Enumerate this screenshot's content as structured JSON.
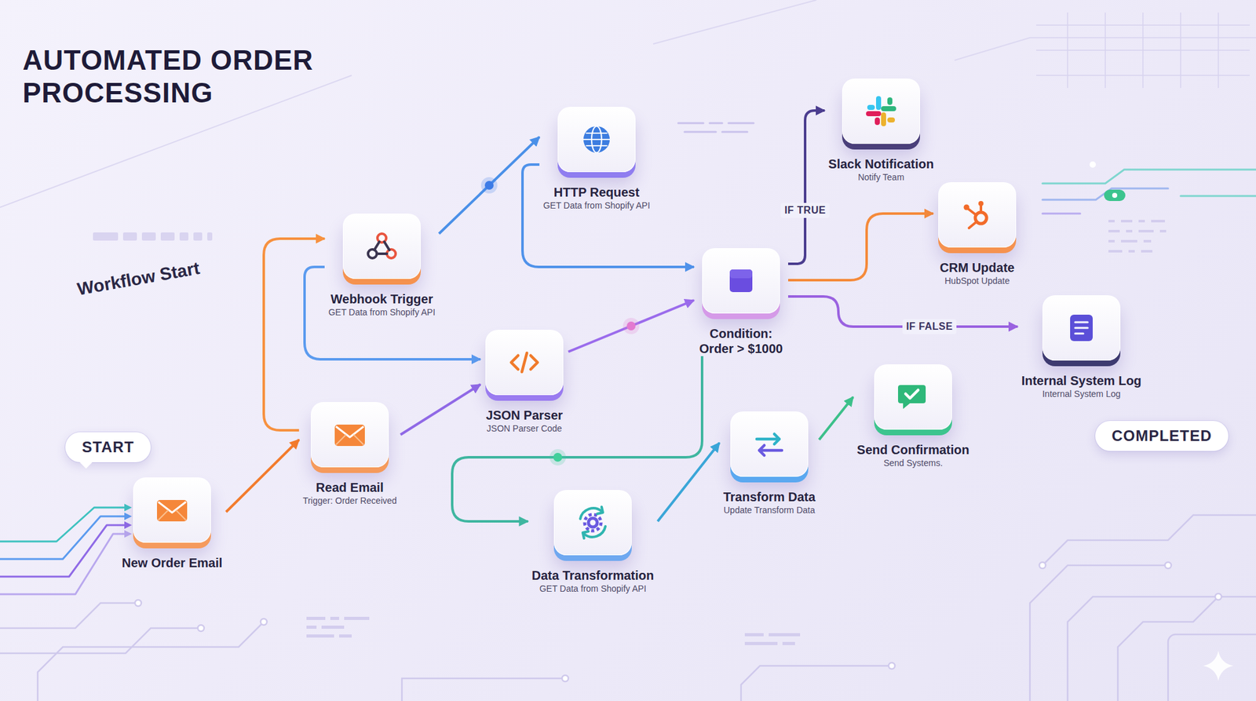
{
  "diagram": {
    "title": "AUTOMATED ORDER PROCESSING",
    "nodes": [
      {
        "text": [
          "START"
        ]
      },
      {
        "text": [
          "New Order Email"
        ]
      },
      {
        "text": [
          "Read Email",
          "Trigger: Order Received"
        ]
      },
      {
        "text": [
          "Webhook Trigger",
          "GET Data from Shopify API"
        ]
      },
      {
        "text": [
          "HTTP Request",
          "GET Data from Shopify API"
        ]
      },
      {
        "text": [
          "JSON Parser",
          "JSON Parser Code"
        ]
      },
      {
        "text": [
          "Condition: Order > $1000"
        ]
      },
      {
        "text": [
          "Slack Notification",
          "Notify Team"
        ]
      },
      {
        "text": [
          "CRM Update",
          "HubSpot Update"
        ]
      },
      {
        "text": [
          "Internal System Log",
          "Internal System Log"
        ]
      },
      {
        "text": [
          "Data Transformation",
          "GET Data from Shopify API"
        ]
      },
      {
        "text": [
          "Transform Data",
          "Update Transform Data"
        ]
      },
      {
        "text": [
          "Send Confirmation",
          "Send Systems."
        ]
      },
      {
        "text": [
          "COMPLETED"
        ]
      }
    ],
    "edges": [
      {
        "from": 1,
        "to": 2,
        "arrow": "to"
      },
      {
        "from": 2,
        "to": 3,
        "arrow": "to"
      },
      {
        "from": 3,
        "to": 4,
        "arrow": "to"
      },
      {
        "from": 3,
        "to": 5,
        "arrow": "to"
      },
      {
        "from": 2,
        "to": 5,
        "arrow": "to"
      },
      {
        "from": 4,
        "to": 6,
        "arrow": "to"
      },
      {
        "from": 5,
        "to": 6,
        "arrow": "to"
      },
      {
        "from": 6,
        "to": 7,
        "label": "IF TRUE",
        "arrow": "to"
      },
      {
        "from": 6,
        "to": 8,
        "arrow": "to"
      },
      {
        "from": 6,
        "to": 9,
        "label": "IF FALSE",
        "arrow": "to"
      },
      {
        "from": 6,
        "to": 10,
        "arrow": "to"
      },
      {
        "from": 10,
        "to": 11,
        "arrow": "to"
      },
      {
        "from": 11,
        "to": 12,
        "arrow": "to"
      }
    ],
    "labels": [
      "Workflow Start"
    ]
  }
}
